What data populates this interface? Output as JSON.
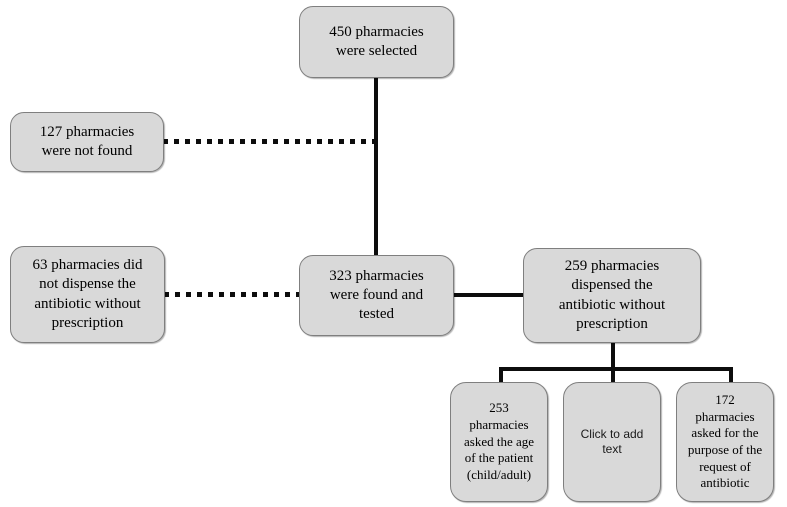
{
  "diagram": {
    "title": "Pharmacy antibiotic dispensing study flowchart",
    "colors": {
      "node_fill": "#d9d9d9",
      "node_border": "#7f7f7f",
      "connector": "#0d0d0d",
      "text": "#000000",
      "background": "#ffffff"
    },
    "nodes": [
      {
        "id": "selected",
        "label": "450 pharmacies\nwere selected",
        "value": 450
      },
      {
        "id": "not-found",
        "label": "127 pharmacies\nwere not found",
        "value": 127
      },
      {
        "id": "not-dispensed",
        "label": "63 pharmacies did\nnot dispense the\nantibiotic without\nprescription",
        "value": 63
      },
      {
        "id": "found-tested",
        "label": "323 pharmacies\nwere found and\ntested",
        "value": 323
      },
      {
        "id": "dispensed",
        "label": "259 pharmacies\ndispensed the\nantibiotic without\nprescription",
        "value": 259
      },
      {
        "id": "asked-age",
        "label": "253\npharmacies\nasked the age\nof the patient\n(child/adult)",
        "value": 253
      },
      {
        "id": "placeholder",
        "label": "Click to add text",
        "value": null
      },
      {
        "id": "asked-purpose",
        "label": "172\npharmacies\nasked for the\npurpose of the\nrequest of\nantibiotic",
        "value": 172
      }
    ],
    "edges": [
      {
        "from": "selected",
        "to": "found-tested",
        "style": "solid"
      },
      {
        "from": "not-found",
        "to": "trunk",
        "style": "dotted"
      },
      {
        "from": "not-dispensed",
        "to": "found-tested",
        "style": "dotted"
      },
      {
        "from": "found-tested",
        "to": "dispensed",
        "style": "solid"
      },
      {
        "from": "dispensed",
        "to": "asked-age",
        "style": "solid"
      },
      {
        "from": "dispensed",
        "to": "placeholder",
        "style": "solid"
      },
      {
        "from": "dispensed",
        "to": "asked-purpose",
        "style": "solid"
      }
    ]
  }
}
